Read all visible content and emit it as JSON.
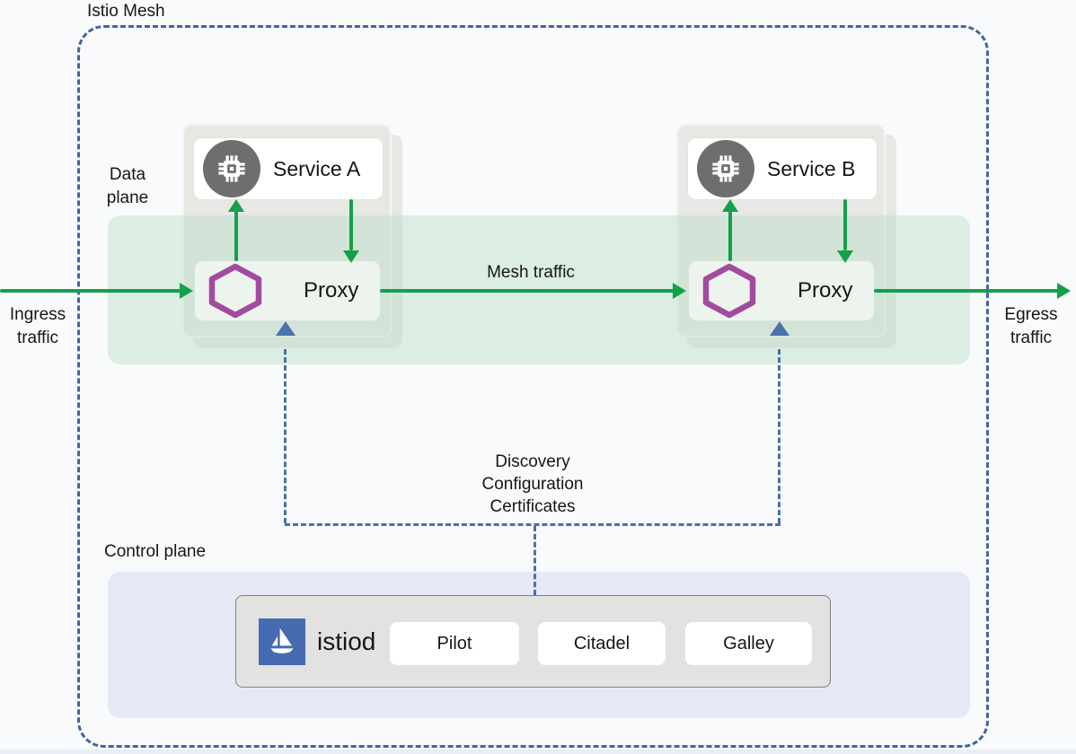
{
  "mesh": {
    "title": "Istio Mesh",
    "data_plane_label": "Data plane",
    "control_plane_label": "Control plane",
    "ingress_label": "Ingress traffic",
    "egress_label": "Egress traffic",
    "mesh_traffic_label": "Mesh traffic",
    "control_link_label": "Discovery\nConfiguration\nCertificates"
  },
  "services": [
    {
      "name": "Service A",
      "proxy_label": "Proxy"
    },
    {
      "name": "Service B",
      "proxy_label": "Proxy"
    }
  ],
  "istiod": {
    "label": "istiod",
    "components": [
      {
        "label": "Pilot"
      },
      {
        "label": "Citadel"
      },
      {
        "label": "Galley"
      }
    ]
  },
  "icons": {
    "service": "chip-icon",
    "proxy": "envoy-hexagon-icon",
    "istiod": "istio-sailboat-logo"
  },
  "colors": {
    "traffic_green": "#14a04b",
    "envoy_purple": "#a14ba0",
    "control_blue": "#4a6fa8",
    "istio_blue": "#466bb0",
    "mesh_band_teal": "#dfeee6",
    "control_plane_bg": "#e4e9f5",
    "pod_card_gray": "#e7e7e4"
  }
}
